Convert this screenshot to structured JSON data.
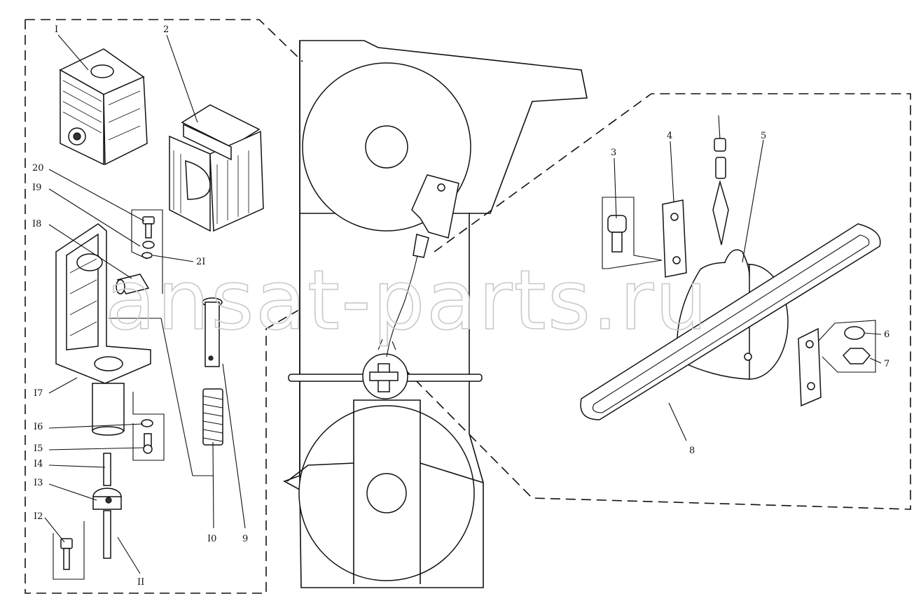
{
  "watermark": "ansat-parts.ru",
  "callouts": [
    {
      "id": "1",
      "text": "I"
    },
    {
      "id": "2",
      "text": "2"
    },
    {
      "id": "3",
      "text": "3"
    },
    {
      "id": "4",
      "text": "4"
    },
    {
      "id": "5",
      "text": "5"
    },
    {
      "id": "6",
      "text": "6"
    },
    {
      "id": "7",
      "text": "7"
    },
    {
      "id": "8",
      "text": "8"
    },
    {
      "id": "9",
      "text": "9"
    },
    {
      "id": "10",
      "text": "I0"
    },
    {
      "id": "11",
      "text": "II"
    },
    {
      "id": "12",
      "text": "I2"
    },
    {
      "id": "13",
      "text": "I3"
    },
    {
      "id": "14",
      "text": "I4"
    },
    {
      "id": "15",
      "text": "I5"
    },
    {
      "id": "16",
      "text": "I6"
    },
    {
      "id": "17",
      "text": "I7"
    },
    {
      "id": "18",
      "text": "I8"
    },
    {
      "id": "19",
      "text": "I9"
    },
    {
      "id": "20",
      "text": "20"
    },
    {
      "id": "21",
      "text": "2I"
    }
  ]
}
